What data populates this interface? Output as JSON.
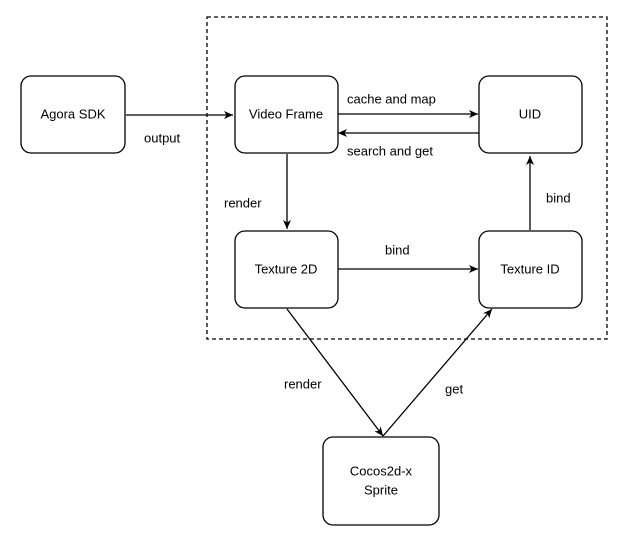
{
  "diagram": {
    "nodes": {
      "agora_sdk": "Agora SDK",
      "video_frame": "Video Frame",
      "uid": "UID",
      "texture_2d": "Texture 2D",
      "texture_id": "Texture ID",
      "cocos_sprite_line1": "Cocos2d-x",
      "cocos_sprite_line2": "Sprite"
    },
    "edges": {
      "output": "output",
      "cache_and_map": "cache and map",
      "search_and_get": "search and get",
      "render_vf_to_tex": "render",
      "bind_tex_to_texid": "bind",
      "bind_texid_to_uid": "bind",
      "render_tex_to_sprite": "render",
      "get_sprite_to_texid": "get"
    }
  }
}
